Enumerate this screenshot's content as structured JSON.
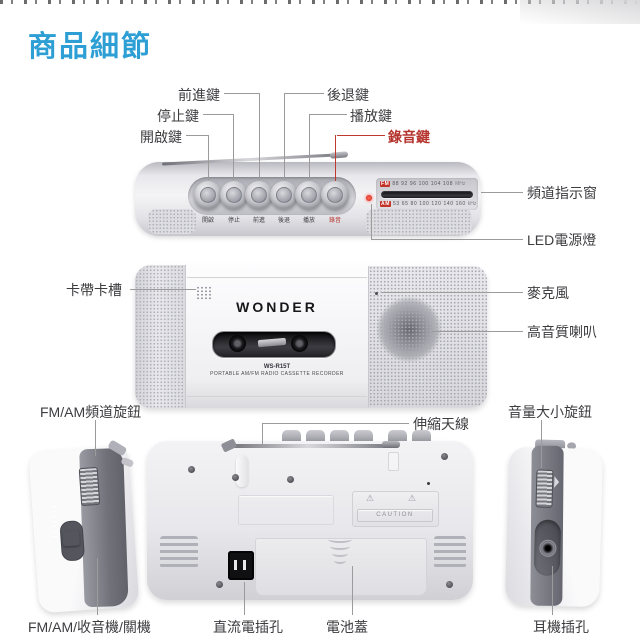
{
  "page": {
    "title": "商品細節"
  },
  "colors": {
    "accent_blue": "#2D9FD5",
    "record_red": "#B5342E"
  },
  "device": {
    "brand": "WONDER",
    "model": "WS-R15T",
    "tagline": "PORTABLE AM/FM RADIO CASSETTE RECORDER",
    "top_buttons": [
      "開啟",
      "停止",
      "前進",
      "後退",
      "播放",
      "錄音"
    ],
    "dial": {
      "fm_label": "FM",
      "fm_scale": "88 92 96 100 104 108",
      "fm_unit": "MHz",
      "am_label": "AM",
      "am_scale": "53 65 80 100 120 140 160",
      "am_unit": "kHz"
    },
    "caution_label": "CAUTION"
  },
  "callouts": {
    "open_key": "開啟鍵",
    "stop_key": "停止鍵",
    "forward_key": "前進鍵",
    "rewind_key": "後退鍵",
    "play_key": "播放鍵",
    "record_key": "錄音鍵",
    "channel_window": "頻道指示窗",
    "led_power": "LED電源燈",
    "cassette_slot": "卡帶卡槽",
    "microphone": "麥克風",
    "speaker": "高音質喇叭",
    "tuner_knob": "FM/AM頻道旋鈕",
    "volume_knob": "音量大小旋鈕",
    "antenna": "伸縮天線",
    "mode_switch": "FM/AM/收音機/關機",
    "dc_jack": "直流電插孔",
    "battery_cover": "電池蓋",
    "earphone_jack": "耳機插孔"
  }
}
